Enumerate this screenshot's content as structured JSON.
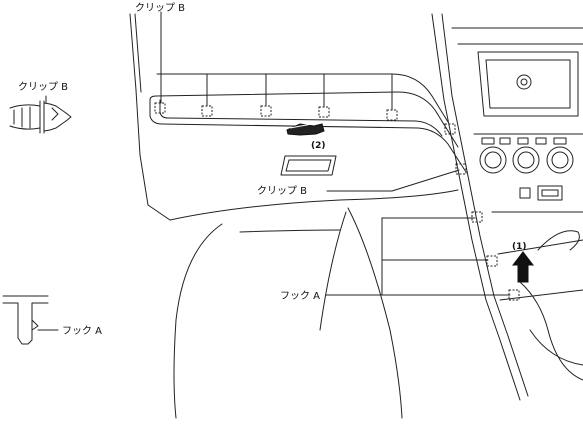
{
  "labels": {
    "clip_b": "クリップ B",
    "hook_a": "フック A",
    "step_1": "(1)",
    "step_2": "(2)"
  }
}
